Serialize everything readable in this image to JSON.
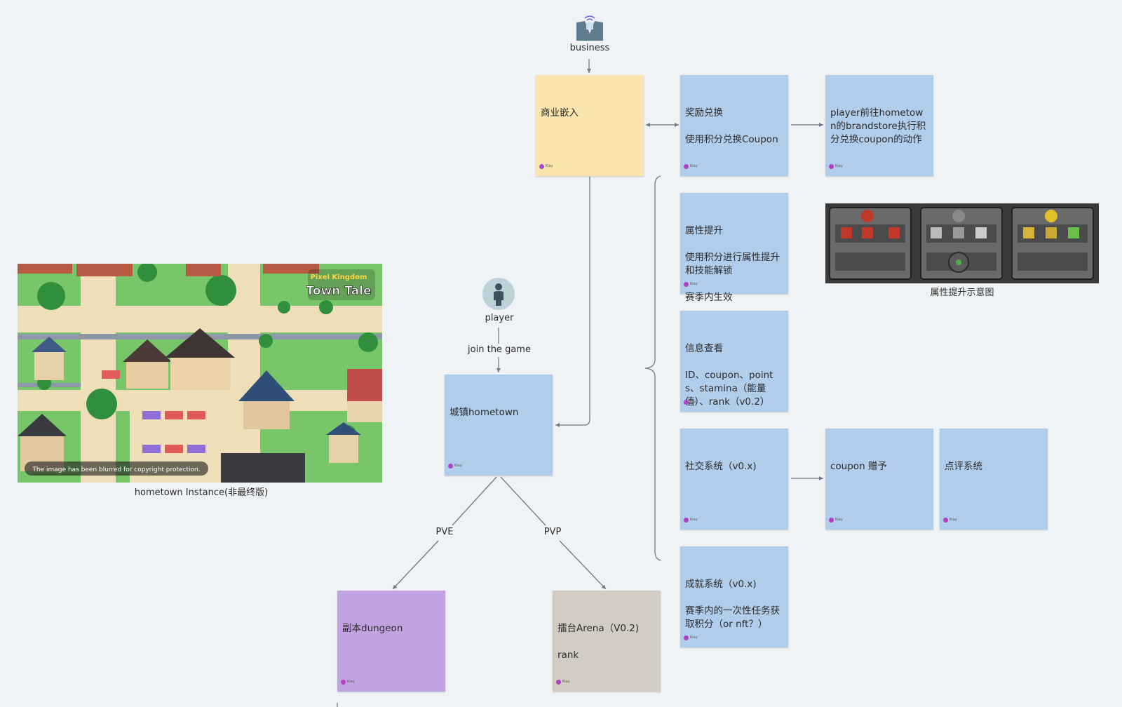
{
  "nodes": {
    "business": {
      "label": "business",
      "icon": "business-icon"
    },
    "player": {
      "label": "player",
      "icon": "person-icon"
    },
    "join_label": "join the game",
    "pve_label": "PVE",
    "pvp_label": "PVP"
  },
  "notes": {
    "commerce": {
      "text": "商业嵌入",
      "author": "Kiay"
    },
    "reward": {
      "text": "奖励兑换\n\n使用积分兑换Coupon",
      "author": "Kiay"
    },
    "redeem_action": {
      "text": "player前往hometown的brandstore执行积分兑换coupon的动作",
      "author": "Kiay"
    },
    "attribute": {
      "text": "属性提升\n\n使用积分进行属性提升和技能解锁\n\n赛季内生效",
      "author": "Kiay"
    },
    "info": {
      "text": "信息查看\n\nID、coupon、points、stamina（能量值）、rank（v0.2）",
      "author": "Kiay"
    },
    "social": {
      "text": "社交系统（v0.x)",
      "author": "Kiay"
    },
    "coupon_gift": {
      "text": "coupon 赠予",
      "author": "Kiay"
    },
    "review": {
      "text": "点评系统",
      "author": "Kiay"
    },
    "achievement": {
      "text": "成就系统（v0.x)\n\n赛季内的一次性任务获取积分（or nft？）",
      "author": "Kiay"
    },
    "hometown": {
      "text": "城镇hometown",
      "author": "Kiay"
    },
    "dungeon": {
      "text": "副本dungeon",
      "author": "Kiay"
    },
    "arena": {
      "text": "擂台Arena（V0.2)\n\nrank",
      "author": "Kiay"
    }
  },
  "images": {
    "hometown_map": {
      "caption": "hometown Instance(非最终版)",
      "badge_top": "Pixel Kingdom",
      "badge_title": "Town Tale",
      "blur_notice": "The image has been blurred for copyright protection."
    },
    "attribute_screenshot": {
      "caption": "属性提升示意图"
    }
  },
  "colors": {
    "note_blue": "#b1cdec",
    "note_yellow": "#fae5ac",
    "note_purple": "#c1a3e1",
    "note_gray": "#d2ccc2",
    "connector": "#6f7b88",
    "author_dot": "#b240c9"
  }
}
